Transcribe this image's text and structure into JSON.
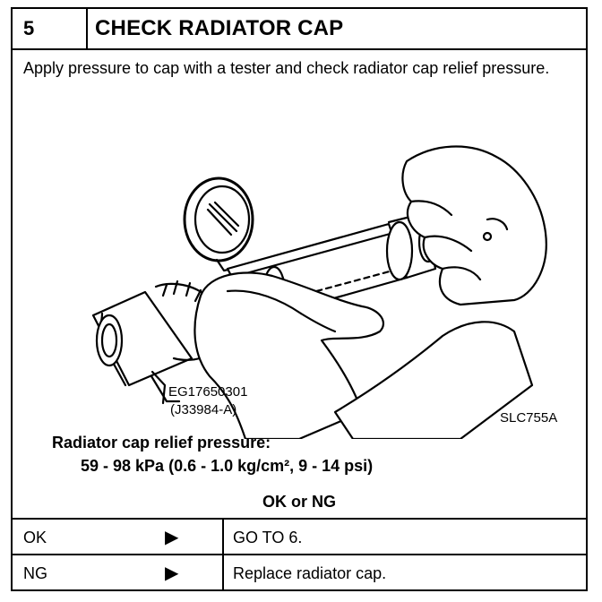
{
  "step": {
    "number": "5",
    "title": "CHECK RADIATOR CAP"
  },
  "instruction": "Apply pressure to cap with a tester and check radiator cap relief pressure.",
  "figure": {
    "tool_number": "EG17650301",
    "tool_alt_number": "(J33984-A)",
    "figure_id": "SLC755A"
  },
  "spec": {
    "label": "Radiator cap relief pressure:",
    "value": "59 - 98 kPa (0.6 - 1.0 kg/cm², 9 - 14 psi)"
  },
  "question": "OK or NG",
  "results": [
    {
      "result": "OK",
      "arrow": "▶",
      "action": "GO TO 6."
    },
    {
      "result": "NG",
      "arrow": "▶",
      "action": "Replace radiator cap."
    }
  ]
}
